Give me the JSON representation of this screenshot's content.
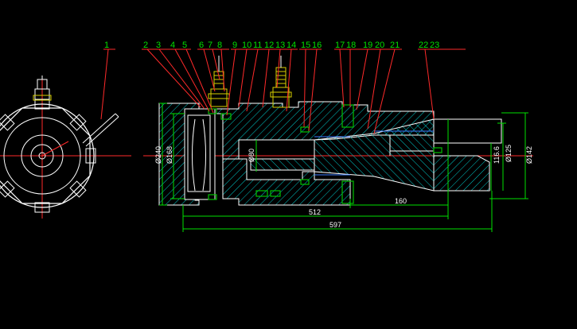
{
  "colors": {
    "background": "#000000",
    "outline": "#ffffff",
    "hatch": "#00c8c8",
    "leader": "#ff2a2a",
    "label": "#00e000",
    "dimension": "#00e000",
    "fitting": "#d8d000",
    "seal": "#00a000",
    "part": "#3a7bff"
  },
  "part_labels": [
    "1",
    "2",
    "3",
    "4",
    "5",
    "6",
    "7",
    "8",
    "9",
    "10",
    "11",
    "12",
    "13",
    "14",
    "15",
    "16",
    "17",
    "18",
    "19",
    "20",
    "21",
    "22",
    "23"
  ],
  "dimensions": {
    "length_overall": "597",
    "length_body": "512",
    "length_cone": "160",
    "dia_outer": "Ø240",
    "dia_inner": "Ø168",
    "dia_bore": "Ø80",
    "dia_mid": "116.6",
    "dia_125": "Ø125",
    "dia_142": "Ø142"
  }
}
